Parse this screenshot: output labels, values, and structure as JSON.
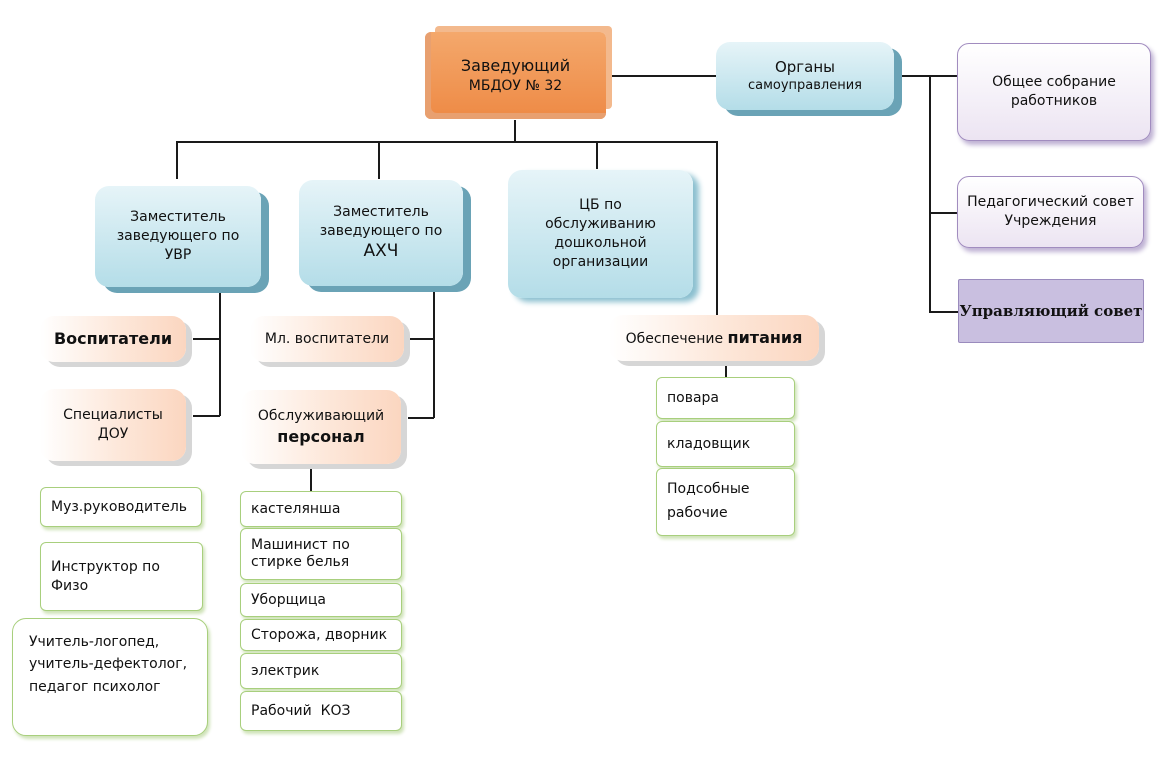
{
  "chief": {
    "line1": "Заведующий",
    "line2": "МБДОУ № 32"
  },
  "self_gov": {
    "line1": "Органы",
    "line2": "самоуправления"
  },
  "self_gov_bodies": [
    {
      "line1": "Общее собрание",
      "line2": "работников"
    },
    {
      "line1": "Педагогический совет",
      "line2": "Учреждения"
    },
    {
      "line1": "Управляющий совет"
    }
  ],
  "deputy_uvr": {
    "line1": "Заместитель",
    "line2": "заведующего по",
    "line3": "УВР"
  },
  "deputy_ahch": {
    "line1": "Заместитель",
    "line2": "заведующего по",
    "line3": "АХЧ"
  },
  "cb": {
    "line1": "ЦБ по",
    "line2": "обслуживанию",
    "line3": "дошкольной",
    "line4": "организации"
  },
  "educators": "Воспитатели",
  "specialists": {
    "line1": "Специалисты",
    "line2": "ДОУ"
  },
  "specialists_list": [
    "Муз.руководитель",
    {
      "line1": "Инструктор по",
      "line2": "Физо"
    },
    {
      "line1": "Учитель-логопед,",
      "line2": "учитель-дефектолог,",
      "line3": "педагог психолог"
    }
  ],
  "jr_educators": "Мл. воспитатели",
  "service_staff": {
    "line1": "Обслуживающий",
    "line2": "персонал"
  },
  "service_list": [
    "кастелянша",
    {
      "line1": "Машинист по",
      "line2": "стирке белья"
    },
    "Уборщица",
    "Сторожа, дворник",
    "электрик",
    "Рабочий  КОЗ"
  ],
  "food": {
    "prefix": "Обеспечение ",
    "bold": "питания"
  },
  "food_list": [
    "повара",
    "кладовщик",
    {
      "line1": "Подсобные",
      "line2": "рабочие"
    }
  ]
}
